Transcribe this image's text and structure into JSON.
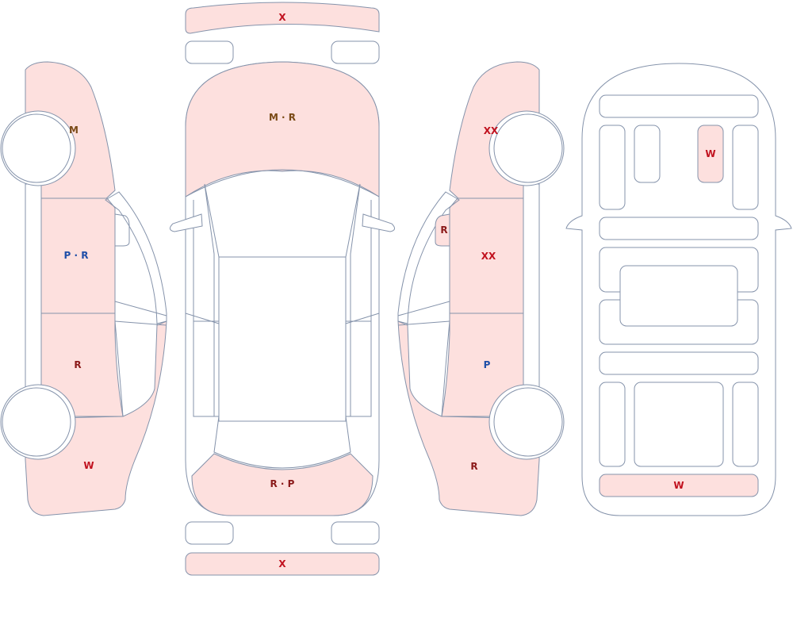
{
  "colors": {
    "outline": "#8593ab",
    "damaged_fill": "#fde0de",
    "undamaged_fill": "#ffffff",
    "code_red": "#c1121f",
    "code_darkred": "#8b1a1a",
    "code_brown": "#7a4a16",
    "code_blue": "#1f4fa8"
  },
  "views": [
    "left-side",
    "top",
    "right-side",
    "underbody"
  ],
  "labels": {
    "front_bumper": "X",
    "hood": "M · R",
    "roof_rear": "R · P",
    "rear_bumper": "X",
    "left_front_fender": "M",
    "left_front_door": "P · R",
    "left_rear_door": "R",
    "left_rear_quarter": "W",
    "right_front_fender": "XX",
    "right_mirror": "R",
    "right_front_door": "XX",
    "right_rear_door": "P",
    "right_rear_quarter": "R",
    "underbody_front": "W",
    "underbody_rear": "W"
  }
}
